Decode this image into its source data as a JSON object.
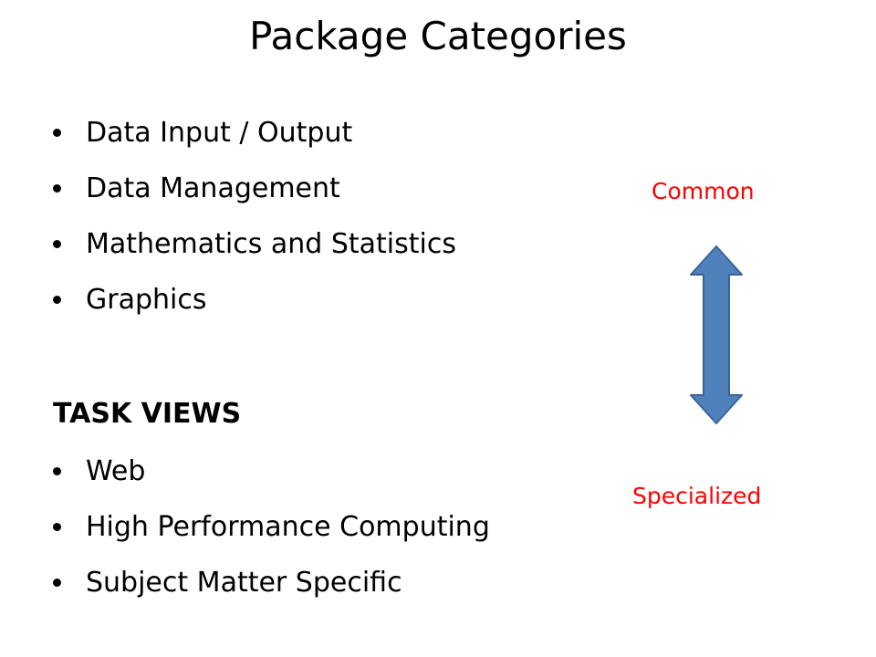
{
  "slide": {
    "title": "Package Categories"
  },
  "categories": {
    "items": [
      {
        "label": "Data Input / Output"
      },
      {
        "label": "Data Management"
      },
      {
        "label": "Mathematics and Statistics"
      },
      {
        "label": "Graphics"
      }
    ]
  },
  "task_views": {
    "heading": "TASK VIEWS",
    "items": [
      {
        "label": "Web"
      },
      {
        "label": "High Performance Computing"
      },
      {
        "label": "Subject Matter Specific"
      }
    ]
  },
  "scale": {
    "top_label": "Common",
    "bottom_label": "Specialized",
    "label_color": "#ff0000",
    "arrow_fill": "#4f81bd",
    "arrow_stroke": "#3a6496"
  }
}
